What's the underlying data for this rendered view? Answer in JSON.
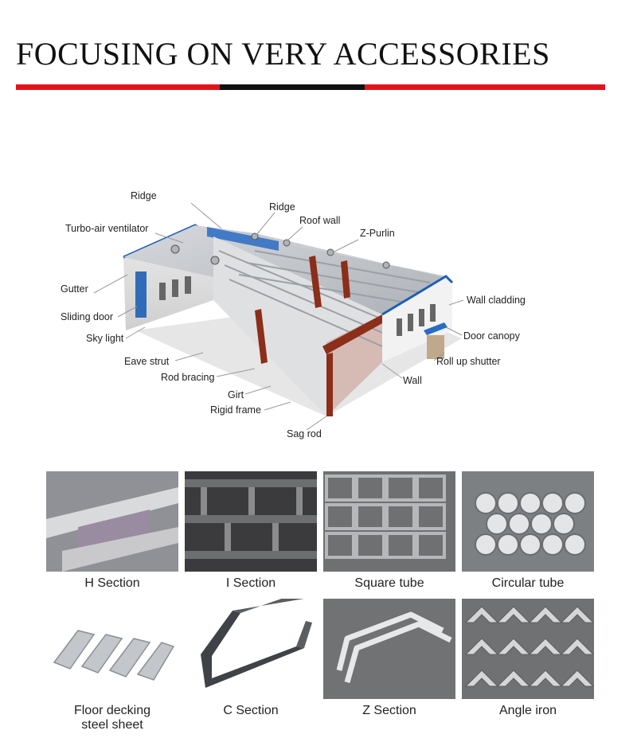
{
  "header": {
    "title": "FOCUSING ON VERY ACCESSORIES",
    "bar_colors": {
      "left": "#e1141c",
      "middle": "#111111",
      "right": "#e1141c"
    }
  },
  "diagram": {
    "labels": {
      "ridge_1": "Ridge",
      "ridge_2": "Ridge",
      "turbo_air_ventilator": "Turbo-air ventilator",
      "roof_wall": "Roof wall",
      "z_purlin": "Z-Purlin",
      "gutter": "Gutter",
      "sliding_door": "Sliding door",
      "sky_light": "Sky light",
      "eave_strut": "Eave strut",
      "rod_bracing": "Rod bracing",
      "girt": "Girt",
      "rigid_frame": "Rigid frame",
      "sag_rod": "Sag rod",
      "wall_cladding": "Wall cladding",
      "door_canopy": "Door canopy",
      "roll_up_shutter": "Roll up shutter",
      "wall": "Wall"
    }
  },
  "products": [
    {
      "name": "H Section"
    },
    {
      "name": "I Section"
    },
    {
      "name": "Square tube"
    },
    {
      "name": "Circular tube"
    },
    {
      "name": "Floor decking\nsteel sheet",
      "line1": "Floor decking",
      "line2": "steel sheet"
    },
    {
      "name": "C Section"
    },
    {
      "name": "Z Section"
    },
    {
      "name": "Angle iron"
    }
  ]
}
